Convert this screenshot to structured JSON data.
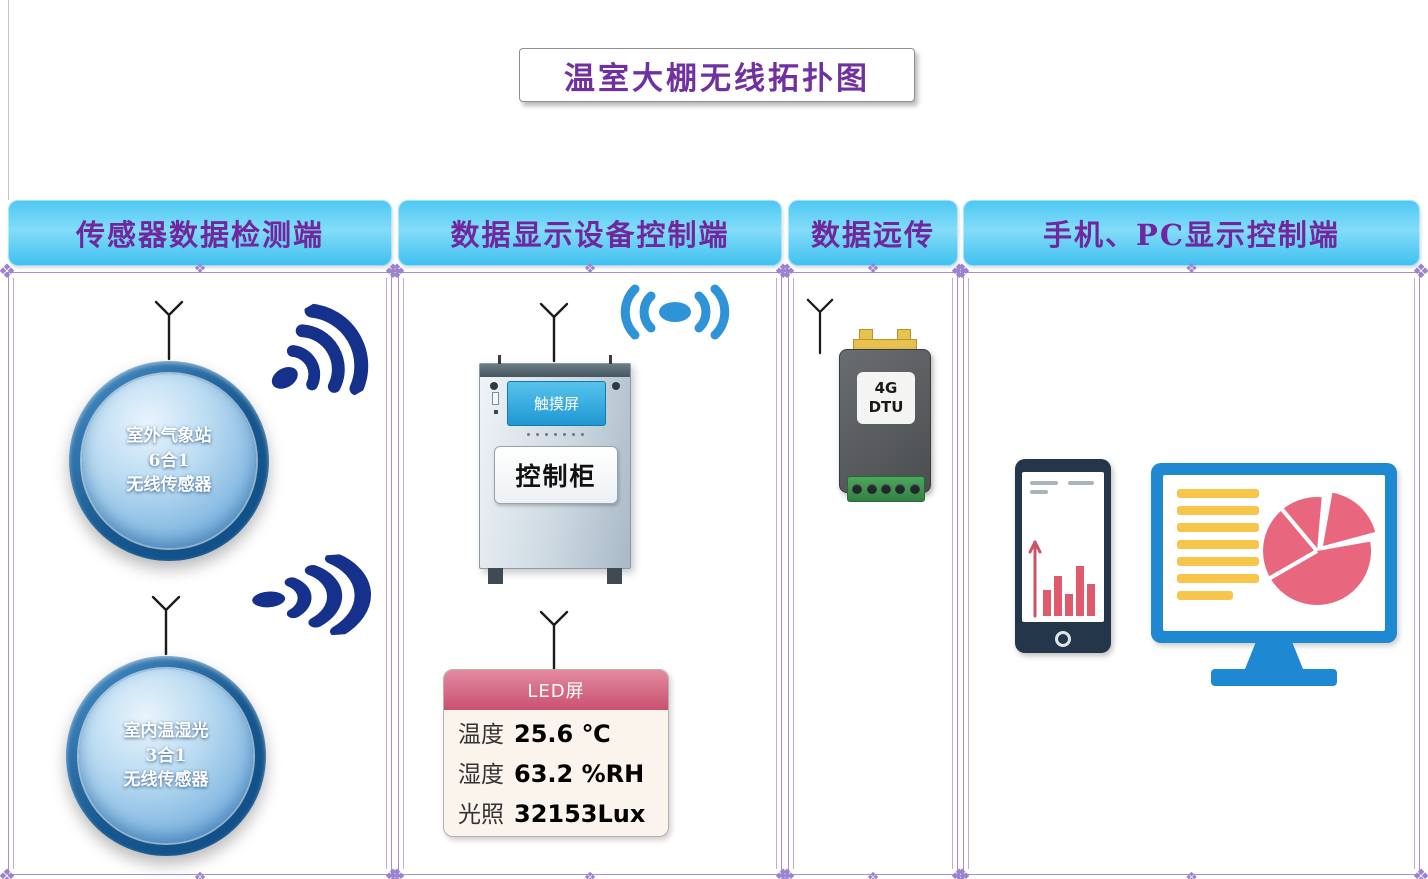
{
  "title": "温室大棚无线拓扑图",
  "columns": [
    {
      "header": "传感器数据检测端"
    },
    {
      "header": "数据显示设备控制端"
    },
    {
      "header": "数据远传"
    },
    {
      "header": "手机、PC显示控制端"
    }
  ],
  "sensors": {
    "outdoor": {
      "line1": "室外气象站",
      "line2": "6合1",
      "line3": "无线传感器"
    },
    "indoor": {
      "line1": "室内温湿光",
      "line2": "3合1",
      "line3": "无线传感器"
    }
  },
  "cabinet": {
    "screen_label": "触摸屏",
    "door_label": "控制柜"
  },
  "led_panel": {
    "title": "LED屏",
    "rows": [
      {
        "label": "温度",
        "value": "25.6 ℃"
      },
      {
        "label": "湿度",
        "value": "63.2 %RH"
      },
      {
        "label": "光照",
        "value": "32153Lux"
      }
    ]
  },
  "dtu": {
    "line1": "4G",
    "line2": "DTU"
  },
  "icons": {
    "ornament": "❖",
    "antenna": "antenna-mast",
    "wireless_signal": "radio-waves",
    "broadcast": "bidirectional-radio-waves",
    "phone_chart": "bar-chart",
    "monitor_chart": "pie-chart"
  },
  "colors": {
    "accent_purple": "#7030A0",
    "banner_cyan": "#3FC0F0",
    "frame_purple": "#A98FD0",
    "signal_navy": "#15318C",
    "signal_blue": "#2F93D8",
    "sensor_blue": "#1A5A96",
    "led_header_pink": "#CA5070",
    "dtu_gray": "#4B4E50",
    "terminal_green": "#3E9B4F",
    "connector_yellow": "#E7C24E",
    "phone_navy": "#24364A",
    "monitor_blue": "#1E88D2",
    "pie_pink": "#E9677E",
    "line_yellow": "#F6C64B"
  }
}
